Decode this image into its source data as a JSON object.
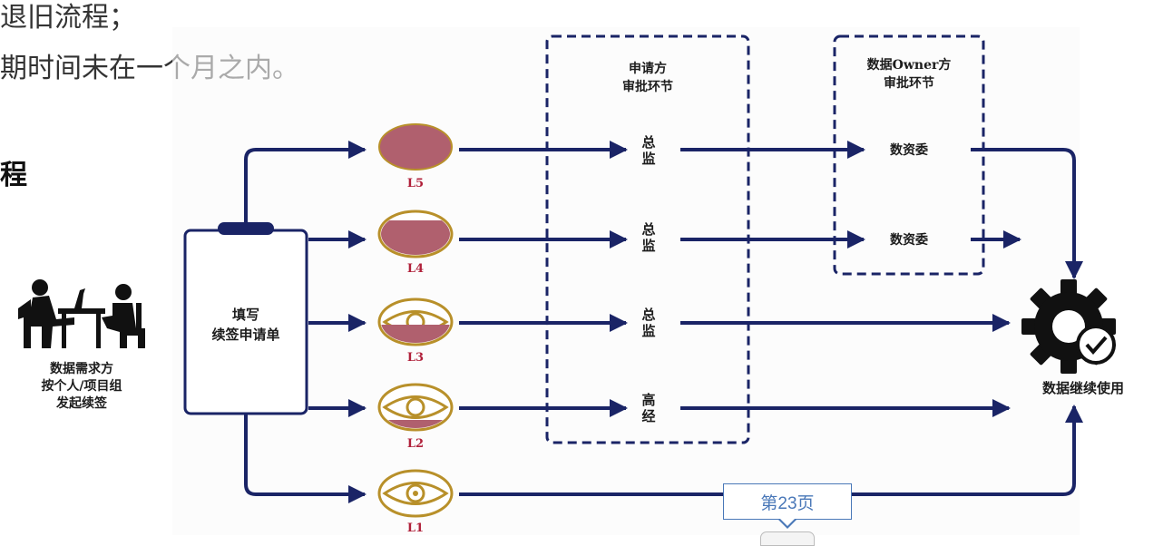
{
  "document": {
    "line1": "退旧流程；",
    "line2": "期时间未在一个月之内。",
    "heading": "程"
  },
  "diagram": {
    "requester": {
      "label_line1": "数据需求方",
      "label_line2": "按个人/项目组",
      "label_line3": "发起续签"
    },
    "form": {
      "line1": "填写",
      "line2": "续签申请单"
    },
    "levels": [
      "L5",
      "L4",
      "L3",
      "L2",
      "L1"
    ],
    "applicant_box": {
      "title_line1": "申请方",
      "title_line2": "审批环节"
    },
    "owner_box": {
      "title_line1": "数据Owner方",
      "title_line2": "审批环节"
    },
    "approvers": {
      "l5": [
        "总",
        "监"
      ],
      "l4": [
        "总",
        "监"
      ],
      "l3": [
        "总",
        "监"
      ],
      "l2": [
        "高",
        "经"
      ]
    },
    "owner_approvers": {
      "l5": "数资委",
      "l4": "数资委"
    },
    "result_label": "数据继续使用",
    "colors": {
      "navy": "#1a2466",
      "rose": "#b0606e",
      "gold": "#b8902a",
      "level_red": "#b0203a"
    }
  },
  "page_indicator": "第23页"
}
